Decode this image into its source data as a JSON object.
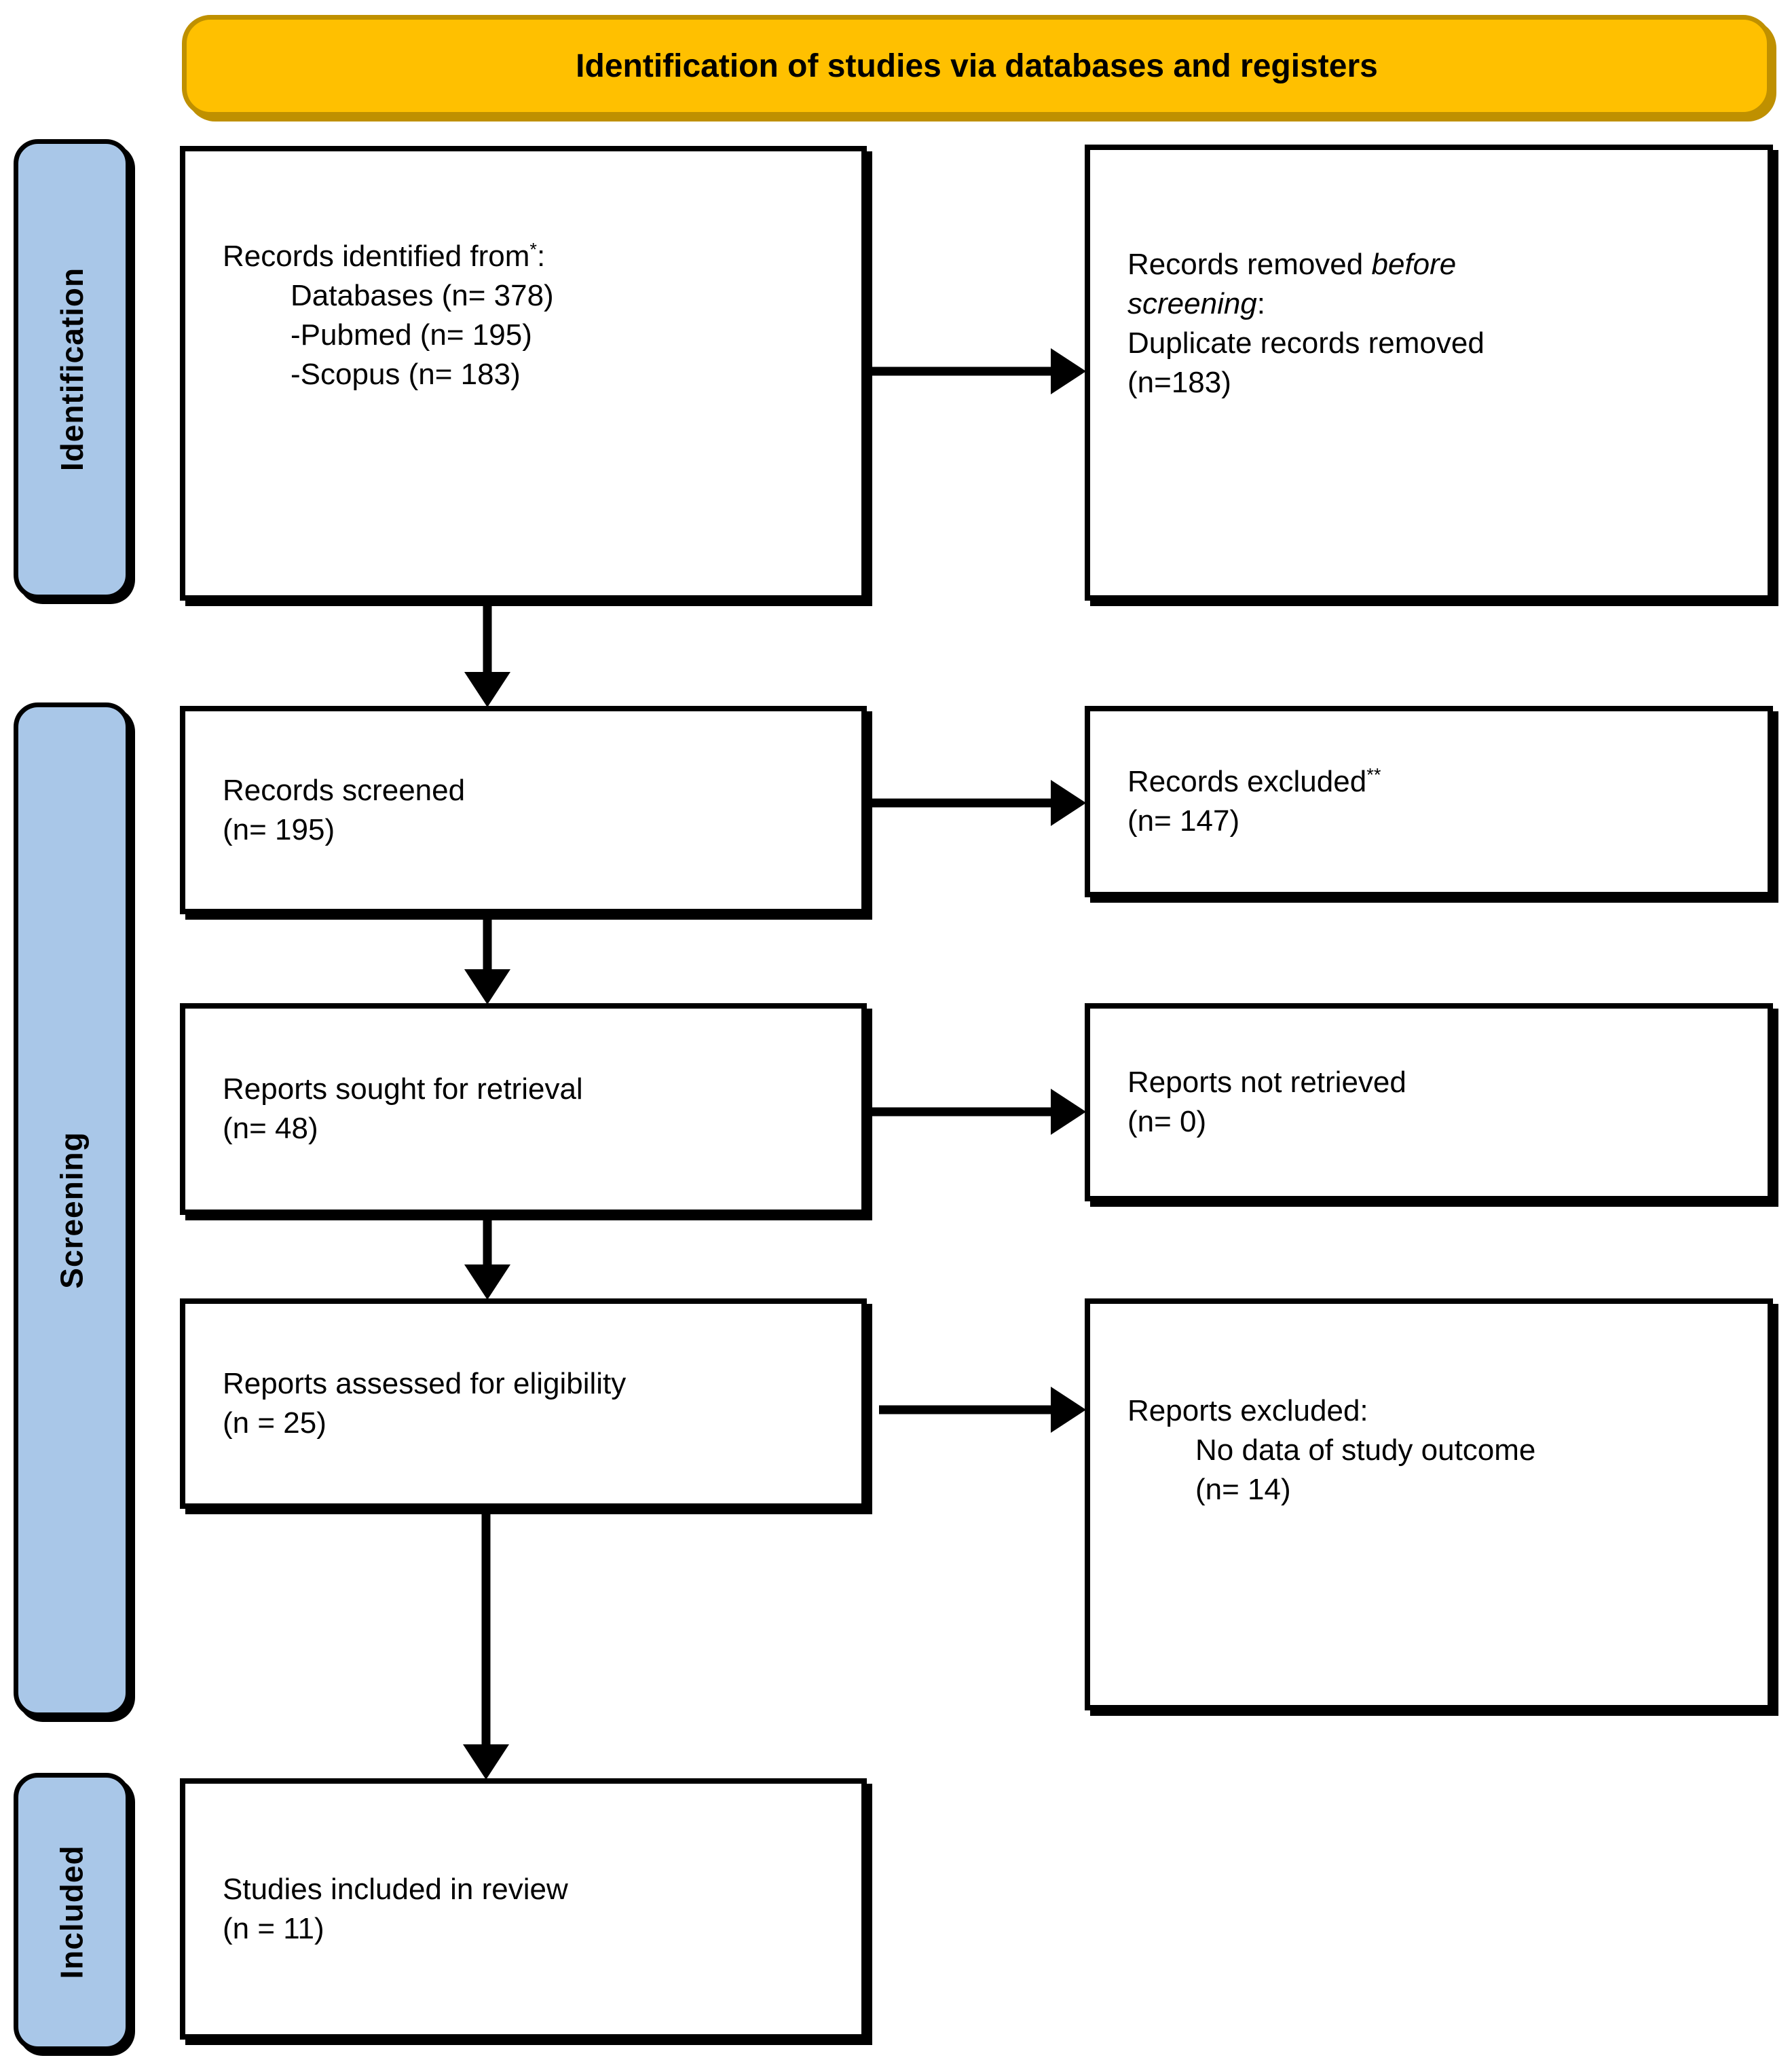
{
  "banner": {
    "title": "Identification of studies via databases and registers"
  },
  "sidebar": {
    "identification": "Identification",
    "screening": "Screening",
    "included": "Included"
  },
  "boxes": {
    "records_identified": {
      "l1_text": "Records identified from",
      "l1_sup": "*",
      "l1_suffix": ":",
      "l2": "Databases (n= 378)",
      "l3": "-Pubmed (n= 195)",
      "l4": "-Scopus (n= 183)"
    },
    "records_removed": {
      "l1_regular": "Records removed ",
      "l1_italic": "before",
      "l2_italic": "screening",
      "l2_suffix": ":",
      "l3": "Duplicate records removed",
      "l4": "(n=183)"
    },
    "records_screened": {
      "l1": "Records screened",
      "l2": "(n= 195)"
    },
    "records_excluded": {
      "l1_text": "Records excluded",
      "l1_sup": "**",
      "l2": "(n= 147)"
    },
    "reports_sought": {
      "l1": "Reports sought for retrieval",
      "l2": "(n= 48)"
    },
    "reports_not_retrieved": {
      "l1": "Reports not retrieved",
      "l2": "(n= 0)"
    },
    "reports_assessed": {
      "l1": "Reports assessed for eligibility",
      "l2": "(n = 25)"
    },
    "reports_excluded": {
      "l1": "Reports excluded:",
      "l2": "No data of study outcome",
      "l3": "(n= 14)"
    },
    "studies_included": {
      "l1": "Studies included in review",
      "l2": "(n = 11)"
    }
  },
  "colors": {
    "banner_fill": "#FFC000",
    "banner_border": "#BF9000",
    "band_fill": "#A9C7E8",
    "line_color": "#000000"
  }
}
